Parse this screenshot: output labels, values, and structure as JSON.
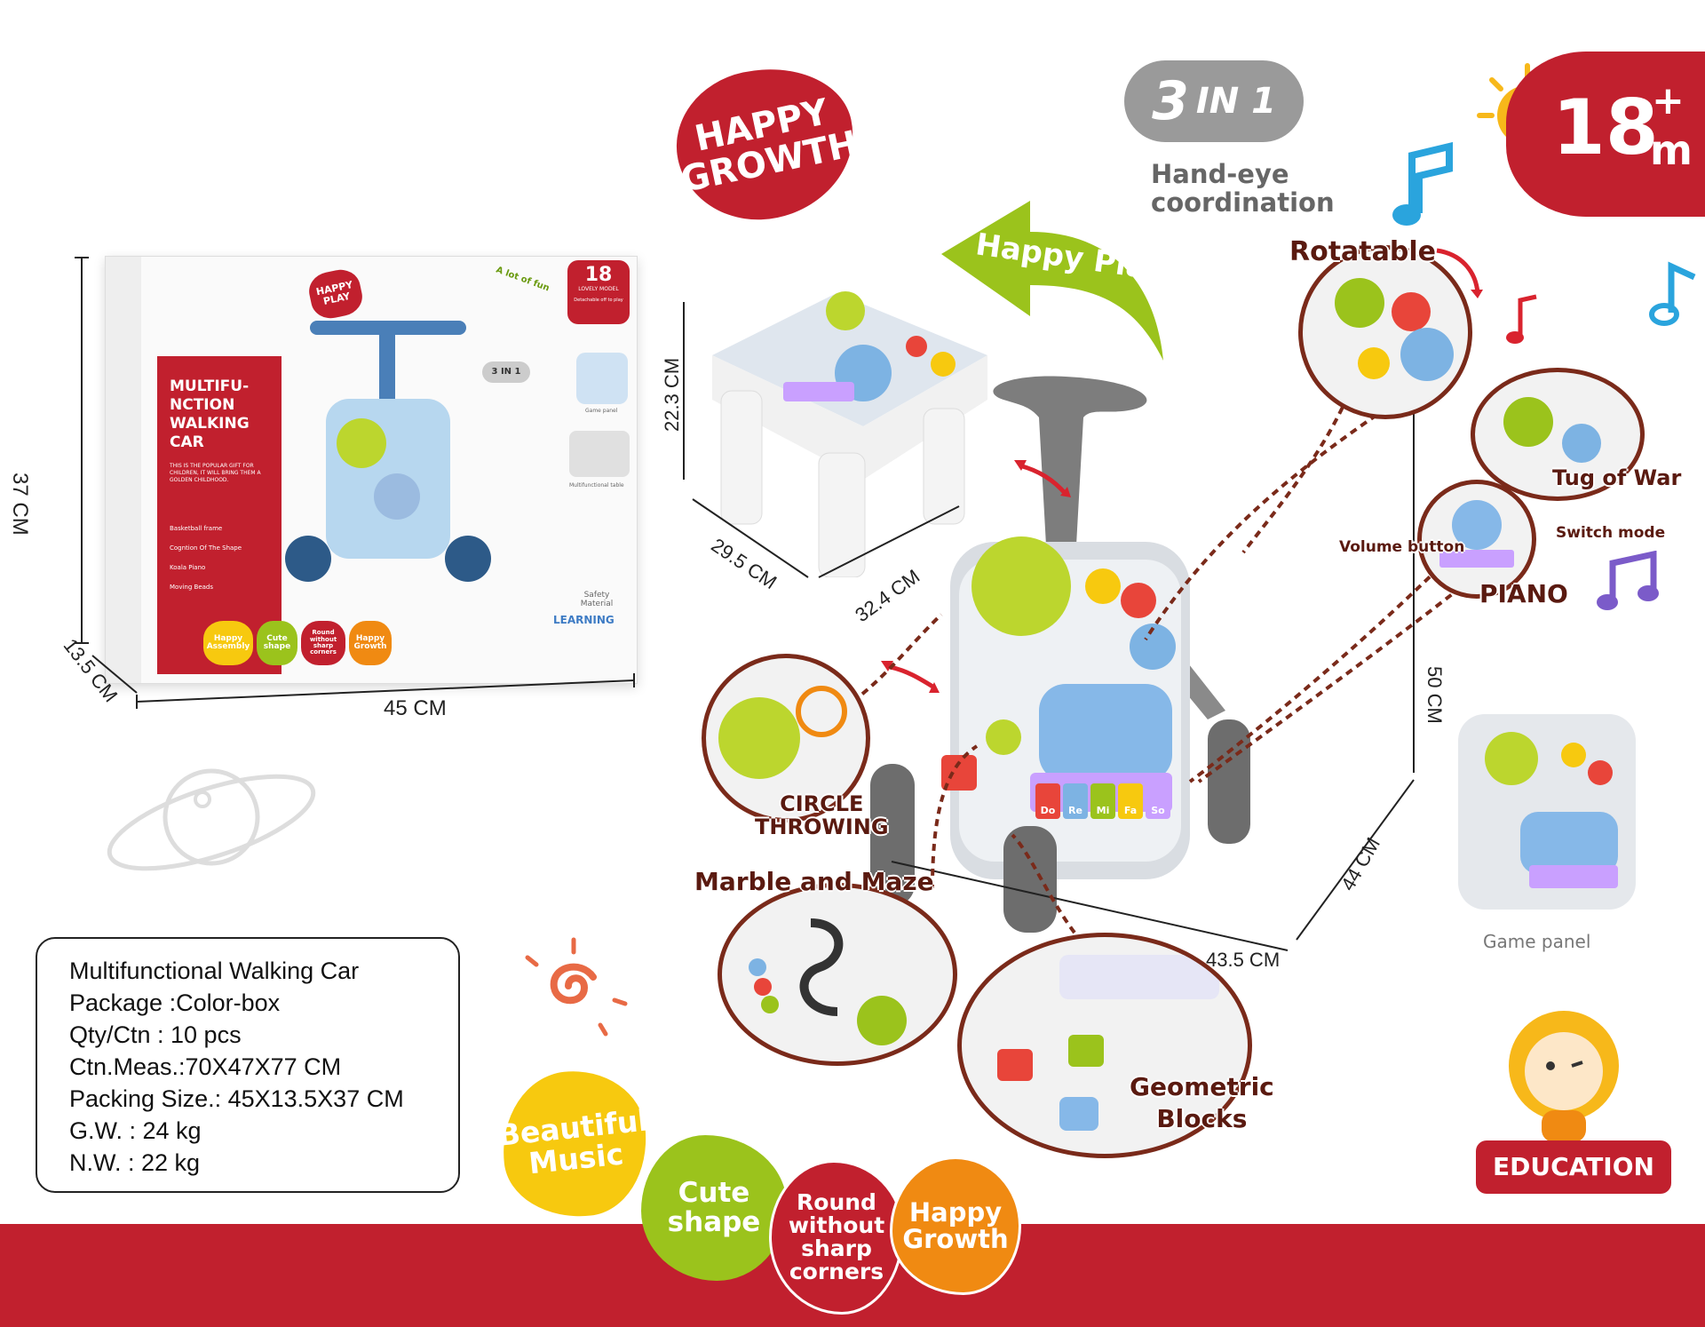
{
  "badges": {
    "happy_growth_line1": "HAPPY",
    "happy_growth_line2": "GROWTH",
    "three_in_one_num": "3",
    "three_in_one_text": "IN 1",
    "hand_eye_line1": "Hand-eye",
    "hand_eye_line2": "coordination",
    "age_number": "18",
    "age_plus": "+",
    "age_unit": "m",
    "happy_play": "Happy Play"
  },
  "box": {
    "happy_play_line1": "HAPPY",
    "happy_play_line2": "PLAY",
    "lot_of_fun": "A lot of fun",
    "age": "18",
    "lovely_model": "LOVELY MODEL",
    "detachable": "Detachable off to play",
    "three_in_one": "3 IN 1",
    "title_lines": [
      "MULTIFU-",
      "NCTION",
      "WALKING",
      "CAR"
    ],
    "gift_text": "THIS IS THE POPULAR GIFT FOR CHILDREN, IT WILL BRING THEM A GOLDEN CHILDHOOD.",
    "features": [
      "Basketball frame",
      "Cogntion Of The Shape",
      "Koala Piano",
      "Moving Beads"
    ],
    "game_panel": "Game panel",
    "multi_table": "Multifunctional table",
    "safety": "Safety Material",
    "learning": "LEARNING",
    "bottom_tags": [
      "Happy Assembly",
      "Cute shape",
      "Round without sharp corners",
      "Happy Growth"
    ]
  },
  "dimensions": {
    "box_height": "37 CM",
    "box_depth": "13.5 CM",
    "box_width": "45 CM",
    "table_height": "22.3 CM",
    "table_depth": "29.5 CM",
    "table_width": "32.4 CM",
    "walker_height": "50 CM",
    "walker_depth": "44 CM",
    "walker_width": "43.5 CM"
  },
  "callouts": {
    "rotatable": "Rotatable",
    "tug_of_war": "Tug of War",
    "volume_button": "Volume button",
    "switch_mode": "Switch mode",
    "piano": "PIANO",
    "circle_throwing_line1": "CIRCLE",
    "circle_throwing_line2": "THROWING",
    "marble_maze": "Marble and Maze",
    "geometric_line1": "Geometric",
    "geometric_line2": "Blocks",
    "game_panel": "Game panel",
    "piano_keys": [
      "Do",
      "Re",
      "Mi",
      "Fa",
      "So"
    ]
  },
  "info": {
    "lines": [
      "Multifunctional Walking Car",
      "Package :Color-box",
      "Qty/Ctn : 10 pcs",
      "Ctn.Meas.:70X47X77 CM",
      "Packing Size.: 45X13.5X37 CM",
      "G.W. : 24 kg",
      "N.W. : 22 kg"
    ]
  },
  "bottom": {
    "beautiful_music_1": "Beautiful",
    "beautiful_music_2": "Music",
    "cute_shape_1": "Cute",
    "cute_shape_2": "shape",
    "round_1": "Round",
    "round_2": "without",
    "round_3": "sharp",
    "round_4": "corners",
    "happy_growth_1": "Happy",
    "happy_growth_2": "Growth"
  },
  "education": "EDUCATION",
  "colors": {
    "brand_red": "#c1202e",
    "lime": "#9bc31c",
    "yellow": "#f7c90f",
    "orange": "#f08a12",
    "grey": "#8f8f8f",
    "dark_brown": "#7a2a1a"
  },
  "icons": [
    "music-note-icon",
    "sun-icon",
    "planet-icon",
    "swirl-icon",
    "lion-mascot-icon"
  ]
}
